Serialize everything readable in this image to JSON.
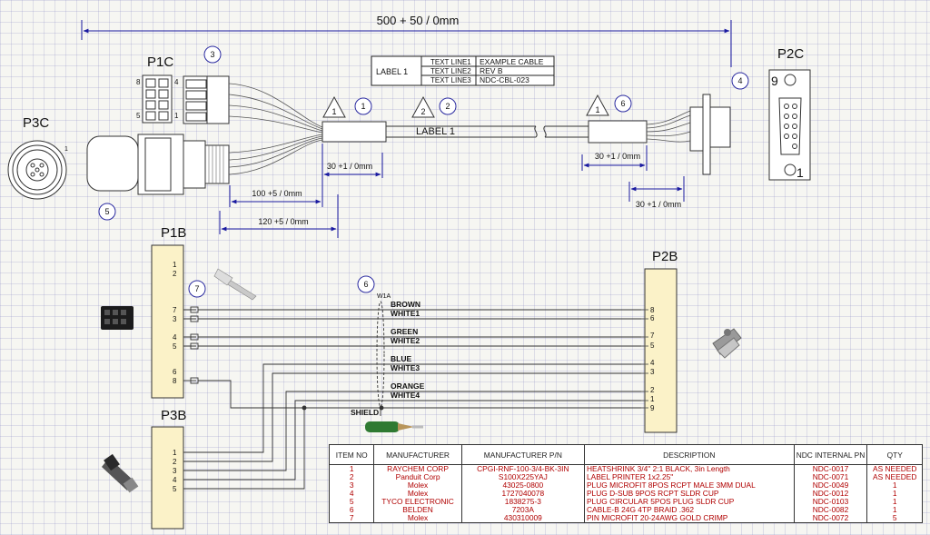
{
  "dimensions": {
    "overall": "500 + 50 / 0mm",
    "p2c_boot": "30 +1 / 0mm",
    "p1_boot": "30 +1 / 0mm",
    "p1c_breakout": "100 +5 / 0mm",
    "p3c_breakout": "120 +5 / 0mm",
    "p2c_breakout": "30 +1 / 0mm"
  },
  "connectors": {
    "p1c": "P1C",
    "p2c": "P2C",
    "p3c": "P3C",
    "p1b": "P1B",
    "p2b": "P2B",
    "p3b": "P3B",
    "p2c_pin_a": "9",
    "p2c_pin_b": "1",
    "p1c_pin_8": "8",
    "p1c_pin_4": "4",
    "p1c_pin_5": "5",
    "p1c_pin_1": "1",
    "p3c_pin": "1"
  },
  "label_block": {
    "name": "LABEL 1",
    "rows": [
      {
        "key": "TEXT LINE1",
        "value": "EXAMPLE CABLE"
      },
      {
        "key": "TEXT LINE2",
        "value": "REV B"
      },
      {
        "key": "TEXT LINE3",
        "value": "NDC-CBL-023"
      }
    ]
  },
  "cable_label": "LABEL 1",
  "callouts": [
    "1",
    "2",
    "3",
    "4",
    "5",
    "6",
    "7"
  ],
  "notes": [
    "1",
    "2",
    "1"
  ],
  "cable_id": "W1A",
  "shield_label": "SHIELD",
  "p1b_pins": [
    "1",
    "2",
    "7",
    "3",
    "4",
    "5",
    "6",
    "8"
  ],
  "p2b_pins": [
    "8",
    "6",
    "7",
    "5",
    "4",
    "3",
    "2",
    "1",
    "9"
  ],
  "p3b_pins": [
    "1",
    "2",
    "3",
    "4",
    "5"
  ],
  "wires": [
    "BROWN",
    "WHITE1",
    "GREEN",
    "WHITE2",
    "BLUE",
    "WHITE3",
    "ORANGE",
    "WHITE4"
  ],
  "bom": {
    "headers": [
      "ITEM NO",
      "MANUFACTURER",
      "MANUFACTURER P/N",
      "DESCRIPTION",
      "NDC INTERNAL PN",
      "QTY"
    ],
    "rows": [
      [
        "1",
        "RAYCHEM CORP",
        "CPGI-RNF-100-3/4-BK-3IN",
        "HEATSHRINK 3/4\" 2:1 BLACK, 3in Length",
        "NDC-0017",
        "AS NEEDED"
      ],
      [
        "2",
        "Panduit Corp",
        "S100X225YAJ",
        "LABEL PRINTER 1x2.25\"",
        "NDC-0071",
        "AS NEEDED"
      ],
      [
        "3",
        "Molex",
        "43025-0800",
        "PLUG MICROFIT 8POS RCPT MALE 3MM DUAL",
        "NDC-0049",
        "1"
      ],
      [
        "4",
        "Molex",
        "1727040078",
        "PLUG D-SUB 9POS RCPT SLDR CUP",
        "NDC-0012",
        "1"
      ],
      [
        "5",
        "TYCO ELECTRONIC",
        "1838275-3",
        "PLUG CIRCULAR 5POS PLUG SLDR CUP",
        "NDC-0103",
        "1"
      ],
      [
        "6",
        "BELDEN",
        "7203A",
        "CABLE-B 24G 4TP BRAID .362",
        "NDC-0082",
        "1"
      ],
      [
        "7",
        "Molex",
        "430310009",
        "PIN MICROFIT 20-24AWG GOLD CRIMP",
        "NDC-0072",
        "5"
      ]
    ]
  },
  "colors": {
    "dimension": "#1a1aa0",
    "bom_text": "#b00000",
    "connector_fill": "#fbf2c8",
    "callout": "#2a2aa0"
  }
}
